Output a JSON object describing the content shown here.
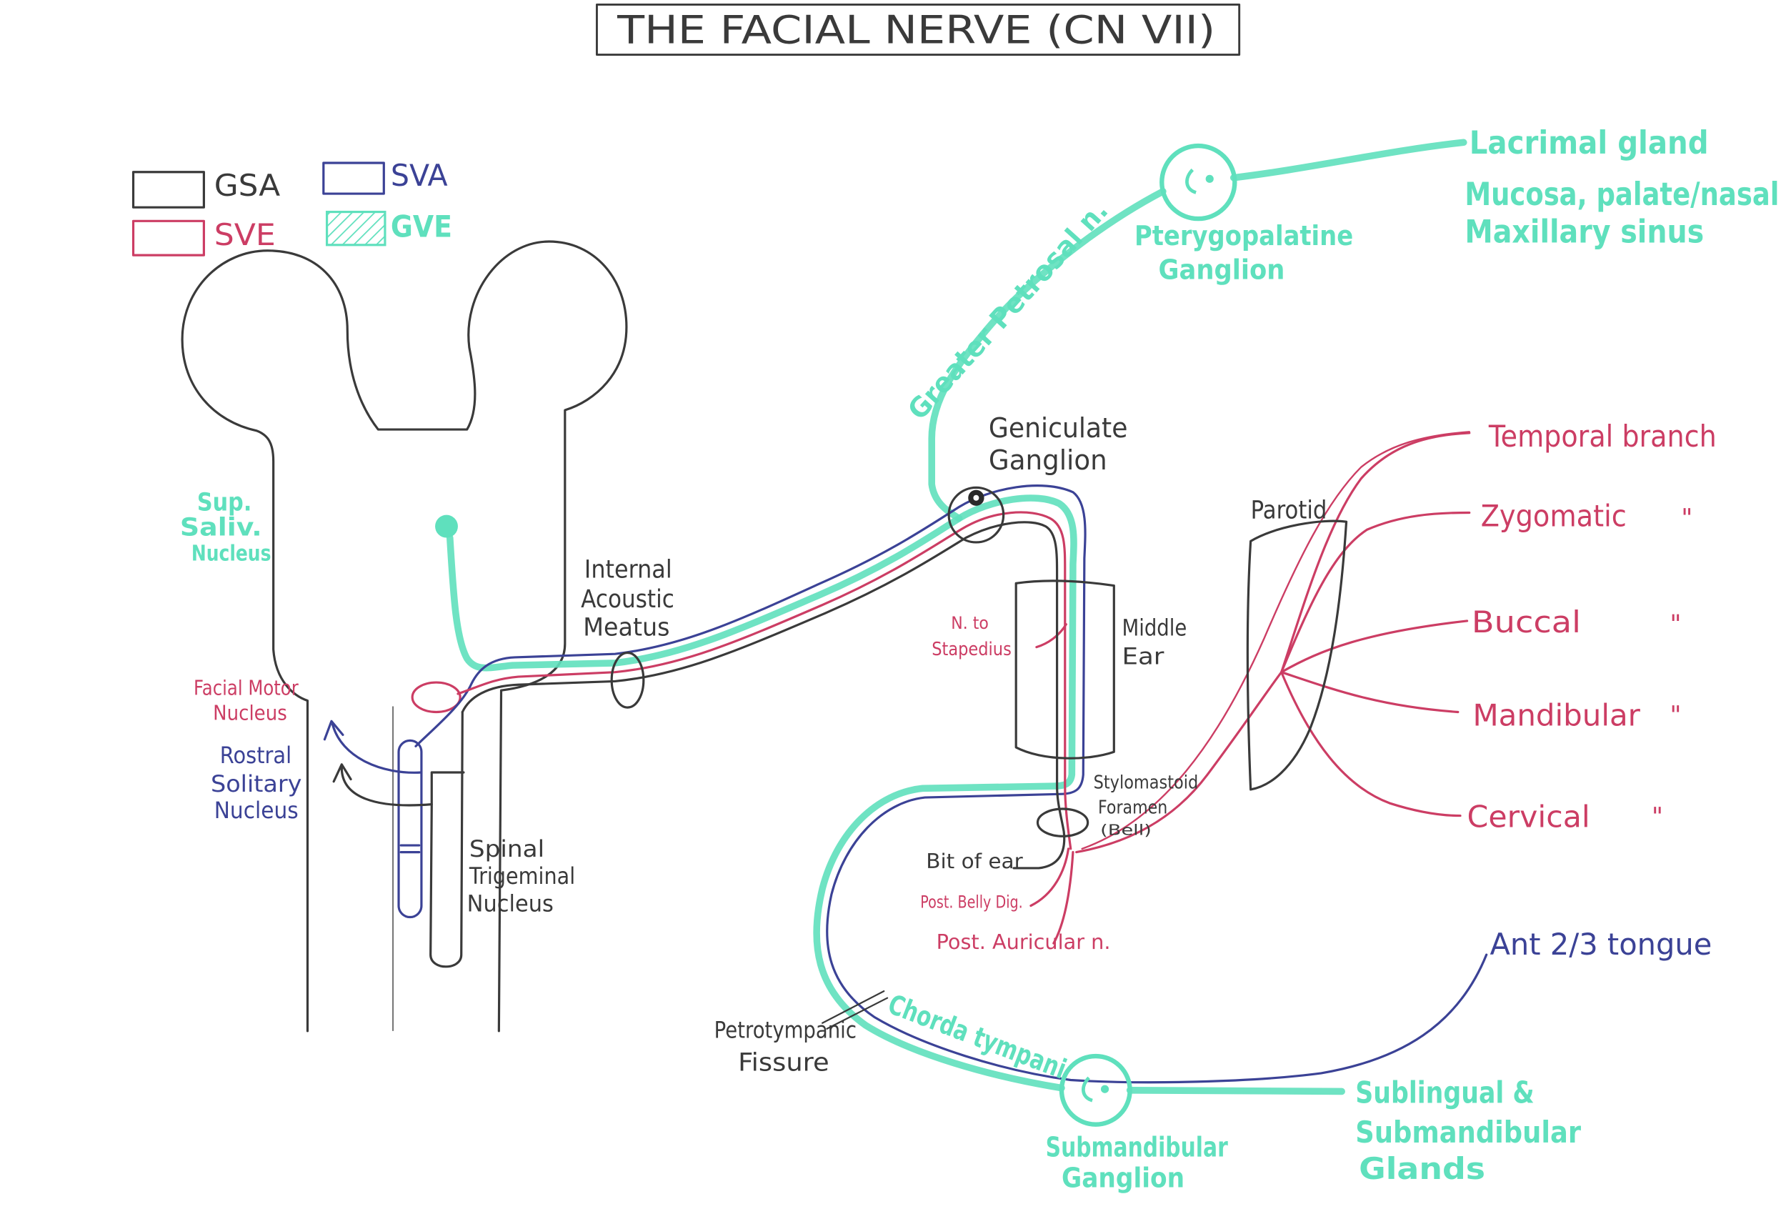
{
  "title": "THE FACIAL NERVE (CN VII)",
  "colors": {
    "gsa": "#3a3a3a",
    "sva": "#3b4296",
    "sve": "#cc3d64",
    "gve": "#5fe0bd"
  },
  "legend": {
    "gsa": "GSA",
    "sva": "SVA",
    "sve": "SVE",
    "gve": "GVE"
  },
  "labels": {
    "sup_saliv_nucleus": [
      "Sup.",
      "Saliv.",
      "Nucleus"
    ],
    "facial_motor_nucleus": [
      "Facial Motor",
      "Nucleus"
    ],
    "rostral_solitary_nucleus": [
      "Rostral",
      "Solitary",
      "Nucleus"
    ],
    "spinal_trigeminal_nucleus": [
      "Spinal",
      "Trigeminal",
      "Nucleus"
    ],
    "internal_acoustic_meatus": [
      "Internal",
      "Acoustic",
      "Meatus"
    ],
    "geniculate_ganglion": [
      "Geniculate",
      "Ganglion"
    ],
    "greater_petrosal": "Greater Petrosal n.",
    "pterygopalatine_ganglion": [
      "Pterygopalatine",
      "Ganglion"
    ],
    "lacrimal_targets": [
      "Lacrimal gland",
      "Mucosa, palate/nasal",
      "Maxillary sinus"
    ],
    "nerve_to_stapedius": [
      "N. to",
      "Stapedius"
    ],
    "middle_ear": [
      "Middle",
      "Ear"
    ],
    "stylomastoid_foramen": [
      "Stylomastoid",
      "Foramen",
      "(Bell)"
    ],
    "bit_of_ear": "Bit of ear",
    "post_belly_dig": "Post. Belly Dig.",
    "post_auricular": "Post. Auricular n.",
    "parotid": "Parotid",
    "branches": [
      {
        "name": "Temporal branch"
      },
      {
        "name": "Zygomatic",
        "ditto": "\""
      },
      {
        "name": "Buccal",
        "ditto": "\""
      },
      {
        "name": "Mandibular",
        "ditto": "\""
      },
      {
        "name": "Cervical",
        "ditto": "\""
      }
    ],
    "ant_tongue": "Ant 2/3 tongue",
    "petrotympanic_fissure": [
      "Petrotympanic",
      "Fissure"
    ],
    "chorda_tympani": "Chorda tympani",
    "submandibular_ganglion": [
      "Submandibular",
      "Ganglion"
    ],
    "glands": [
      "Sublingual &",
      "Submandibular",
      "Glands"
    ]
  }
}
